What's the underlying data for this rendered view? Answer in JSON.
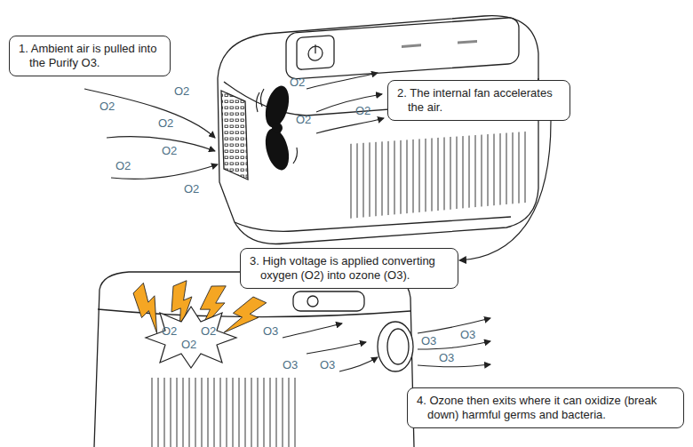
{
  "diagram": {
    "nodes": [
      {
        "text": [
          "1. Ambient air is pulled into the Purify O3."
        ]
      },
      {
        "text": [
          "2. The internal fan accelerates the air."
        ]
      },
      {
        "text": [
          "3. High voltage is applied converting oxygen (O2) into ozone (O3)."
        ]
      },
      {
        "text": [
          "4. Ozone then exits where it can oxidize (break down) harmful germs and bacteria."
        ]
      }
    ],
    "edges": [
      {
        "from": 1,
        "to": 2,
        "arrow": "to"
      }
    ],
    "labels": [
      "O2",
      "O2",
      "O2",
      "O2",
      "O2",
      "O2",
      "O2",
      "O2",
      "O2",
      "O2",
      "O2",
      "O2",
      "O3",
      "O3",
      "O3",
      "O3",
      "O3",
      "O3"
    ]
  }
}
